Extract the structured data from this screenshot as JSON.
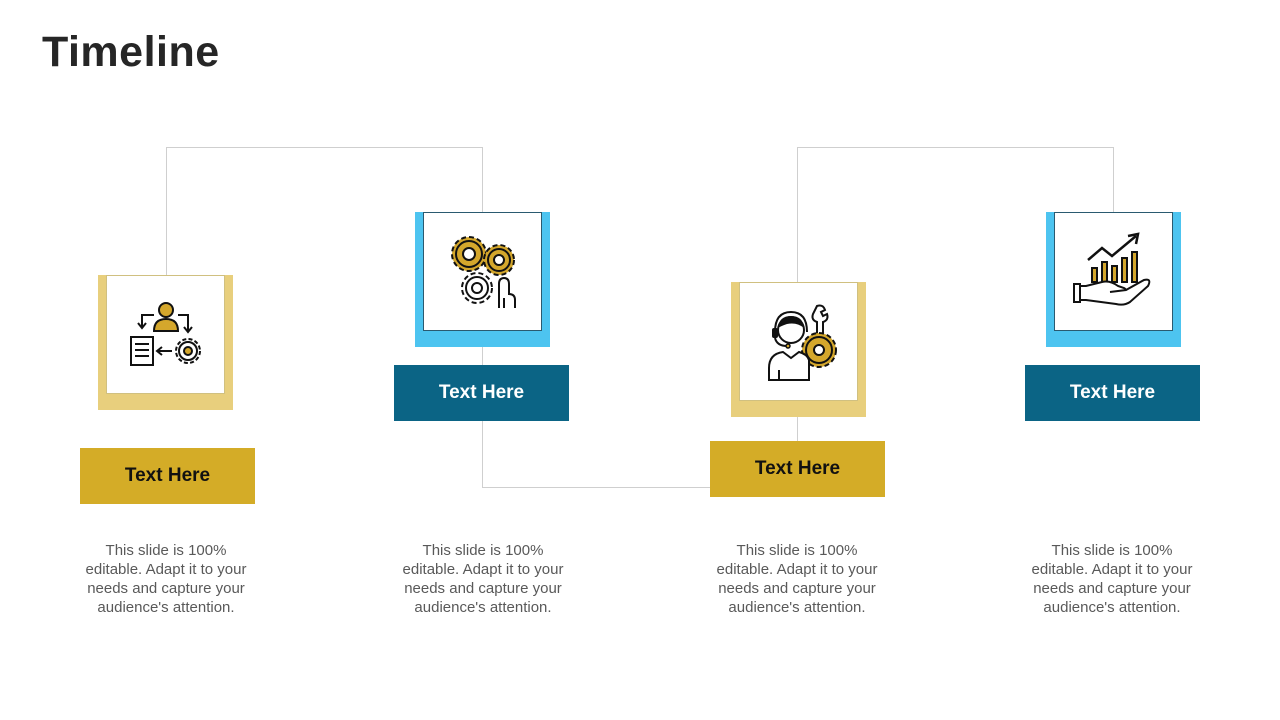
{
  "title": "Timeline",
  "colors": {
    "gold_panel": "#e8cf7d",
    "blue_panel": "#4dc4f0",
    "gold_label": "#d4ac27",
    "teal_label": "#0b6485",
    "icon_gold": "#d4a72c"
  },
  "steps": [
    {
      "label": "Text Here",
      "icon": "process-user-gear-icon",
      "description": "This slide is 100% editable. Adapt it to your needs and capture your audience's attention."
    },
    {
      "label": "Text Here",
      "icon": "gears-touch-icon",
      "description": "This slide is 100% editable. Adapt it to your needs and capture your audience's attention."
    },
    {
      "label": "Text Here",
      "icon": "support-person-gear-icon",
      "description": "This slide is 100% editable. Adapt it to your needs and capture your audience's attention."
    },
    {
      "label": "Text Here",
      "icon": "growth-chart-hand-icon",
      "description": "This slide is 100% editable. Adapt it to your needs and capture your audience's attention."
    }
  ]
}
